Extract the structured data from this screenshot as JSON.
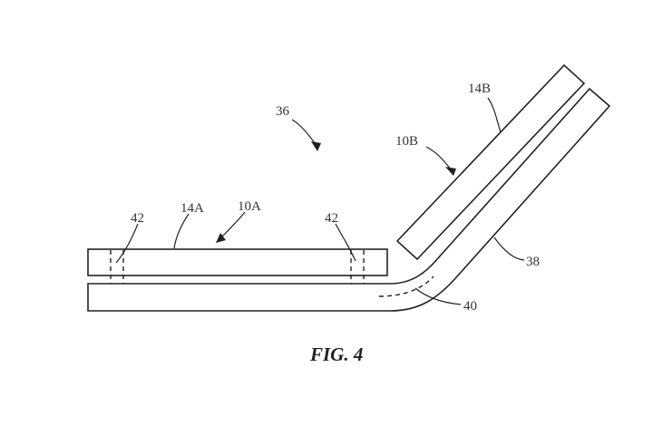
{
  "figure": {
    "caption": "FIG. 4",
    "labels": {
      "assembly": "36",
      "display_b": "14B",
      "device_b": "10B",
      "display_a": "14A",
      "device_a": "10A",
      "magnet_left": "42",
      "magnet_right": "42",
      "hinge_member": "38",
      "flex_path": "40"
    }
  }
}
